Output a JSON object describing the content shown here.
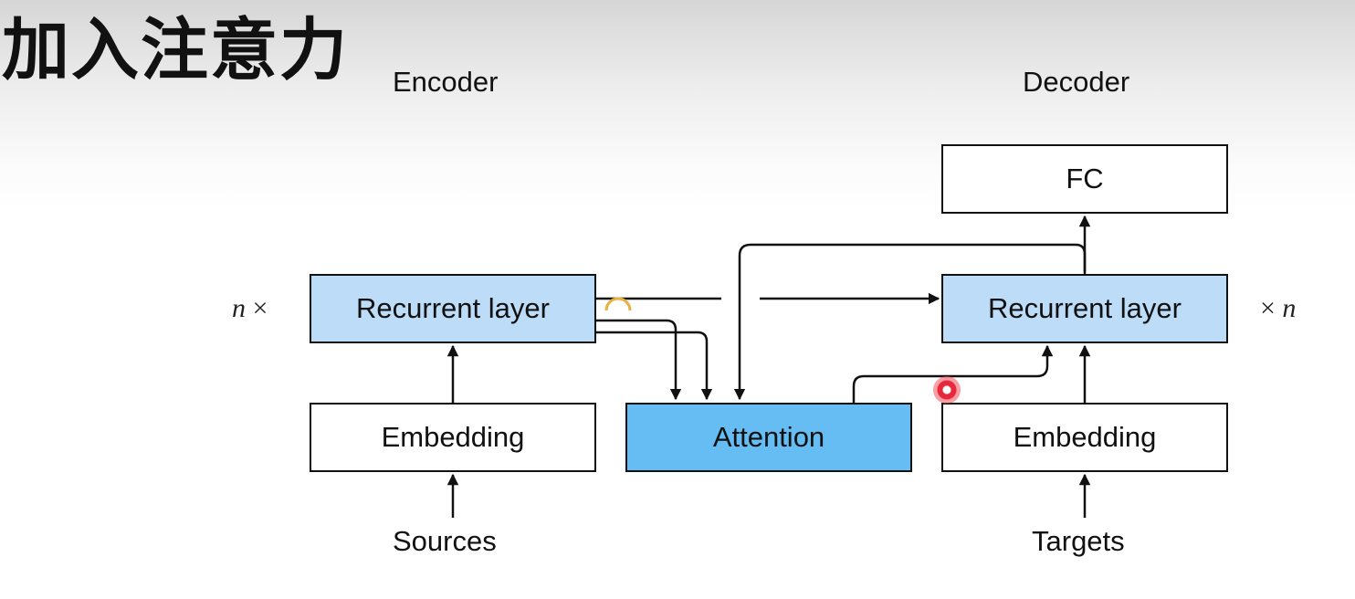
{
  "slide": {
    "title": "加入注意力"
  },
  "diagram": {
    "encoder_label": "Encoder",
    "decoder_label": "Decoder",
    "encoder": {
      "repeat_prefix": "n",
      "repeat_sign": "×",
      "recurrent_label": "Recurrent layer",
      "embedding_label": "Embedding",
      "input_label": "Sources"
    },
    "attention_label": "Attention",
    "decoder": {
      "fc_label": "FC",
      "recurrent_label": "Recurrent layer",
      "repeat_sign": "×",
      "repeat_suffix": "n",
      "embedding_label": "Embedding",
      "input_label": "Targets"
    }
  },
  "colors": {
    "recurrent_fill": "#bcdcf8",
    "attention_fill": "#66bdf3",
    "cursor_marker": "#e8283c"
  }
}
